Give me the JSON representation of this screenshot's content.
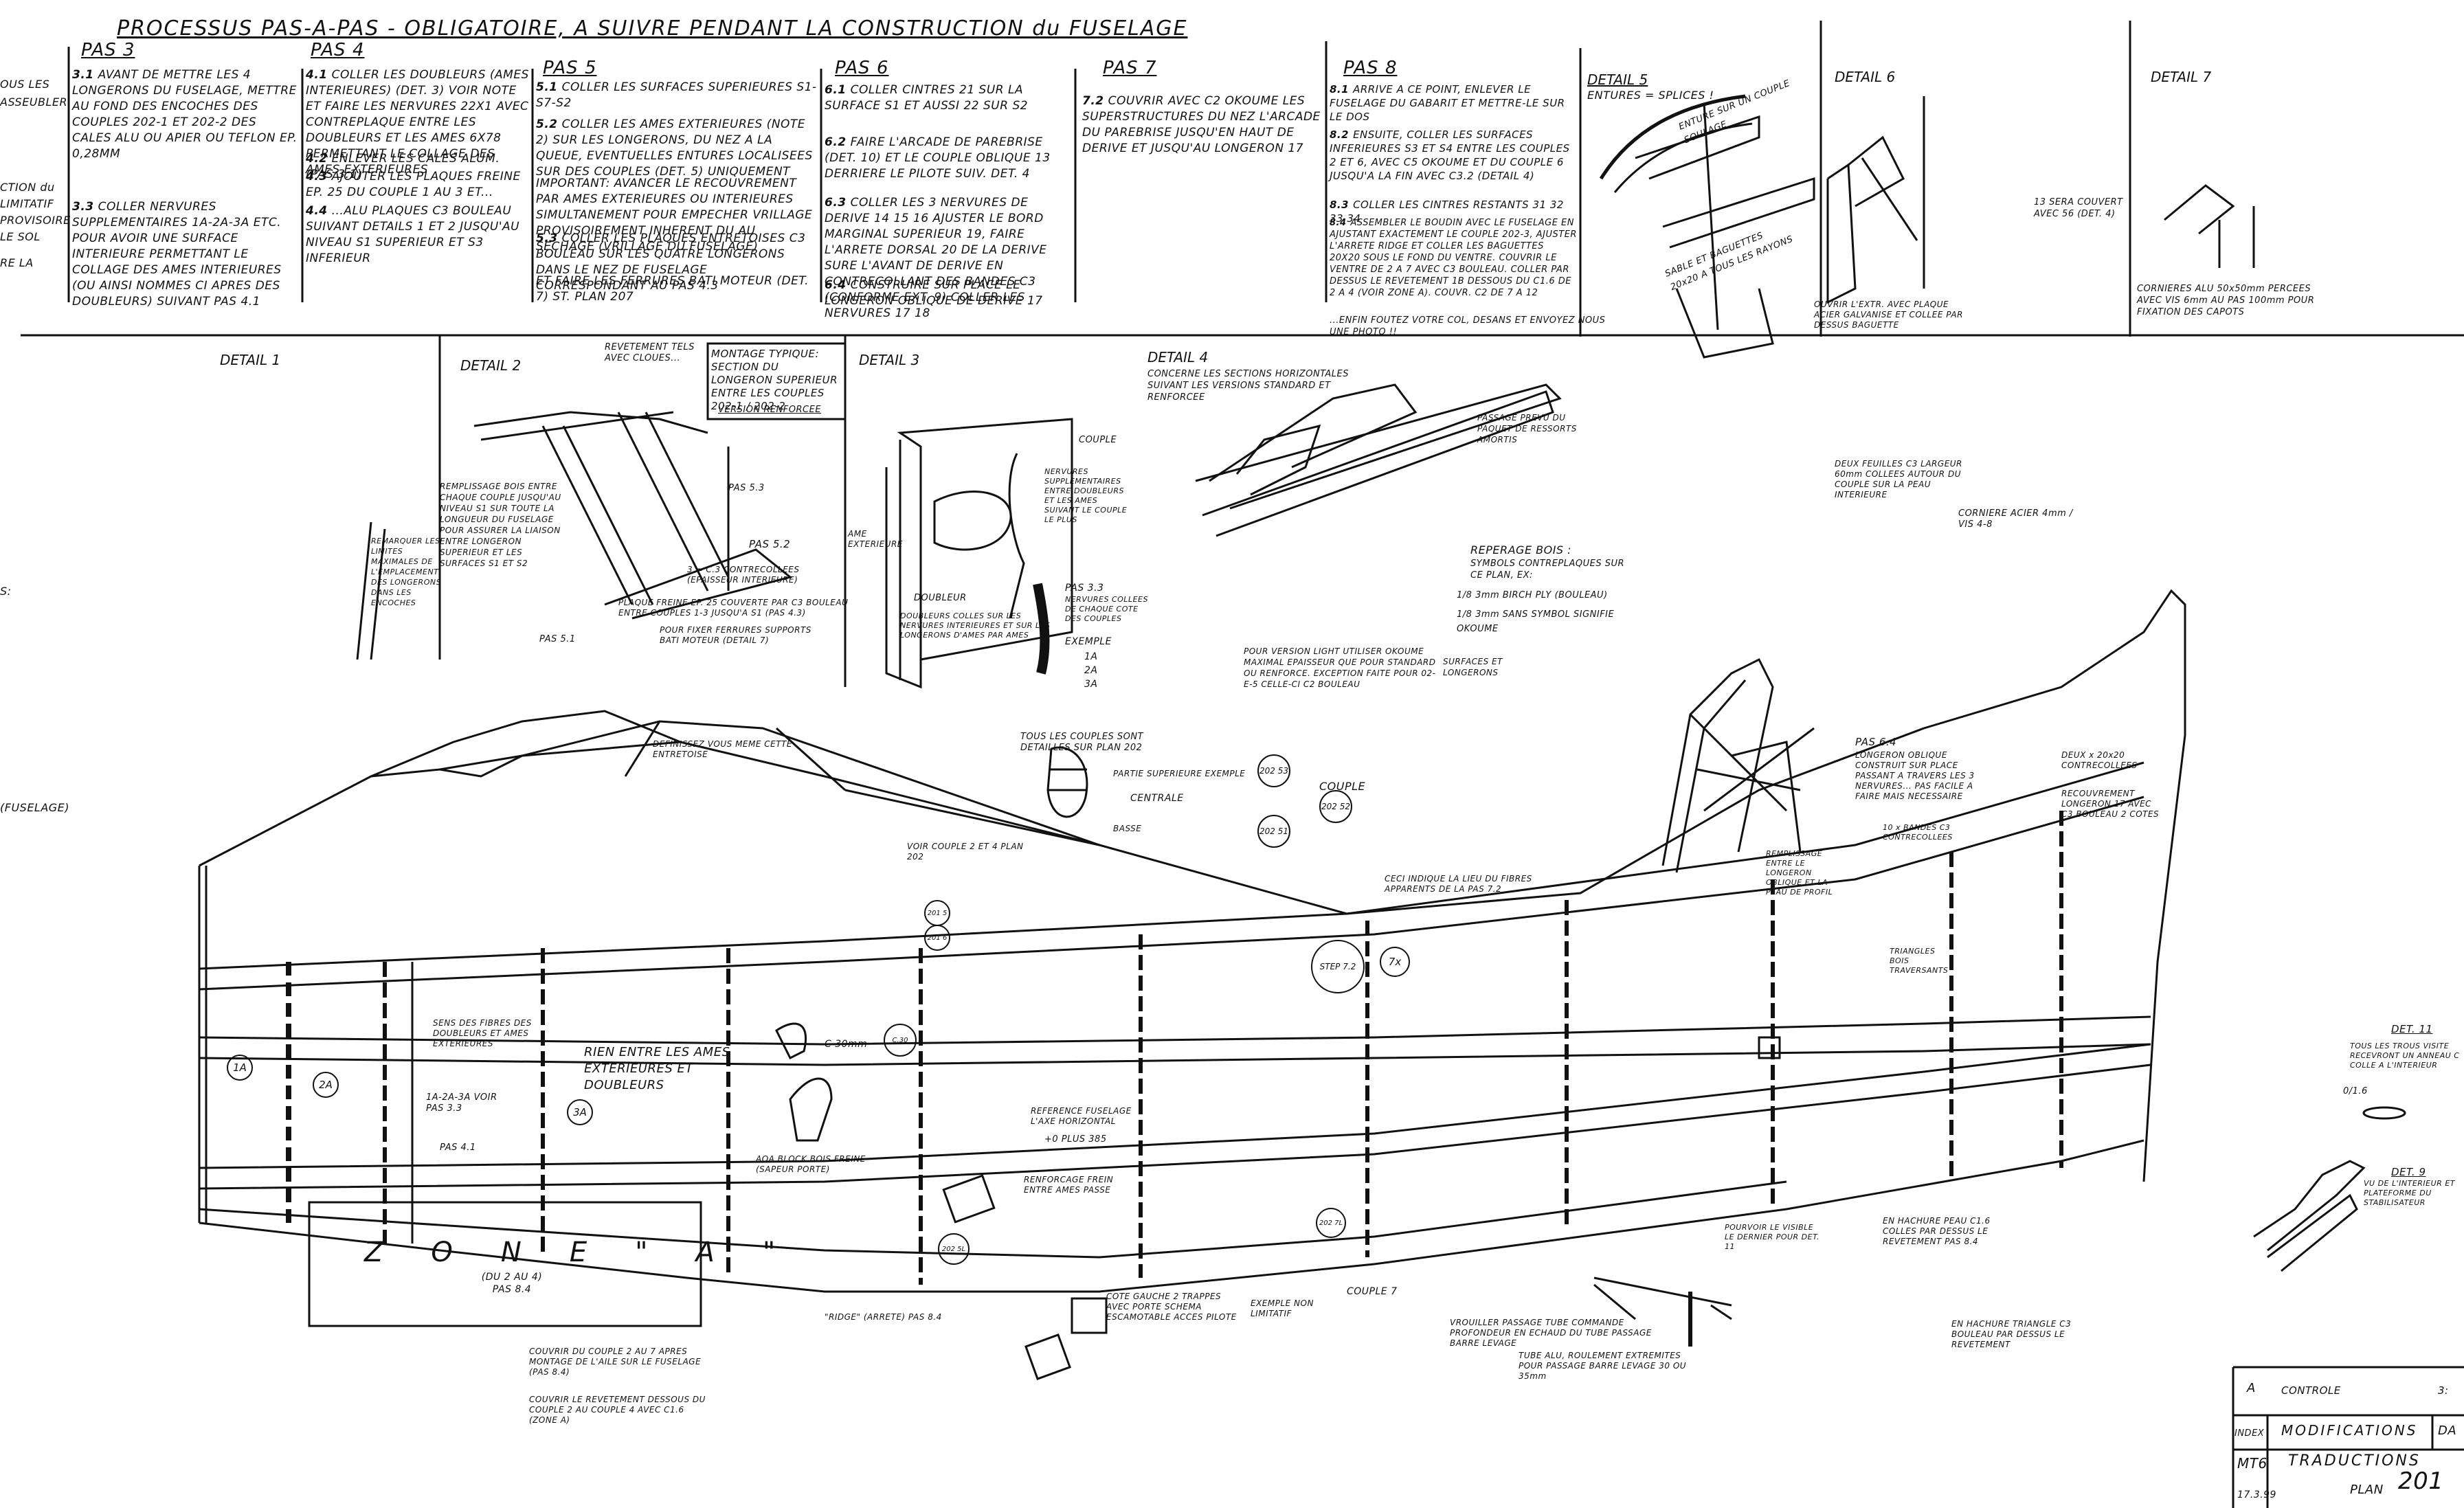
{
  "header": {
    "title": "PROCESSUS PAS-A-PAS - OBLIGATOIRE, A SUIVRE PENDANT LA CONSTRUCTION du FUSELAGE"
  },
  "left_margin": [
    "OUS LES",
    "ASSEUBLER",
    "CTION du",
    "LIMITATIF",
    "PROVISOIRE",
    "LE SOL",
    "RE LA",
    "S:",
    "(FUSELAGE)"
  ],
  "pas3": {
    "heading": "PAS 3",
    "steps": [
      {
        "num": "3.1",
        "text": "AVANT DE METTRE LES 4 LONGERONS DU FUSELAGE, METTRE AU FOND DES ENCOCHES DES COUPLES 202-1 ET 202-2 DES CALES ALU OU APIER OU TEFLON EP. 0,28mm"
      },
      {
        "num": "3.3",
        "text": "COLLER NERVURES SUPPLEMENTAIRES 1A-2A-3A etc. POUR AVOIR UNE SURFACE INTERIEURE PERMETTANT LE COLLAGE DES AMES INTERIEURES (OU AINSI NOMMES CI APRES DES DOUBLEURS) SUIVANT PAS 4.1"
      }
    ]
  },
  "pas4": {
    "heading": "PAS 4",
    "steps": [
      {
        "num": "4.1",
        "text": "COLLER LES DOUBLEURS (AMES INTERIEURES) (DET. 3) VOIR NOTE ET FAIRE LES NERVURES 22x1 AVEC CONTREPLAQUE ENTRE LES DOUBLEURS ET LES AMES 6x78 PERMETTANT LE COLLAGE DES AMES EXTERIEURES"
      },
      {
        "num": "4.2",
        "text": "ENLEVER LES CALES ALUM. (PAS 3.1)"
      },
      {
        "num": "4.3",
        "text": "AJOUTER LES PLAQUES FREINE EP. 25 DU COUPLE 1 AU 3 et..."
      },
      {
        "num": "4.4",
        "text": "...ALU PLAQUES C3 BOULEAU SUIVANT DETAILS 1 et 2 JUSQU'AU NIVEAU S1 SUPERIEUR ET S3 INFERIEUR"
      }
    ]
  },
  "pas5": {
    "heading": "PAS 5",
    "steps": [
      {
        "num": "5.1",
        "text": "COLLER LES SURFACES SUPERIEURES S1-S7-S2"
      },
      {
        "num": "5.2",
        "text": "COLLER LES AMES EXTERIEURES (NOTE 2) SUR LES LONGERONS, DU NEZ A LA QUEUE, EVENTUELLES ENTURES LOCALISEES SUR DES COUPLES (DET. 5) UNIQUEMENT"
      },
      {
        "num": "",
        "text": "IMPORTANT: AVANCER LE RECOUVREMENT PAR AMES EXTERIEURES OU INTERIEURES SIMULTANEMENT POUR EMPECHER VRILLAGE PROVISOIREMENT INHERENT DU AU SECHAGE (VRILLAGE DU FUSELAGE)"
      },
      {
        "num": "5.3",
        "text": "COLLER LES PLAQUES ENTRETOISES C3 BOULEAU SUR LES QUATRE LONGERONS DANS LE NEZ DE FUSELAGE CORRESPONDANT AU PAS 4.3"
      },
      {
        "num": "",
        "text": "ET FAIRE LES FERRURES BATI MOTEUR (DET. 7) ST. PLAN 207"
      }
    ]
  },
  "pas6": {
    "heading": "PAS 6",
    "steps": [
      {
        "num": "6.1",
        "text": "COLLER CINTRES 21 SUR LA SURFACE S1 et AUSSI 22 SUR S2"
      },
      {
        "num": "6.2",
        "text": "FAIRE L'ARCADE DE PAREBRISE (DET. 10) et LE COUPLE OBLIQUE 13 DERRIERE LE PILOTE SUIV. DET. 4"
      },
      {
        "num": "6.3",
        "text": "COLLER LES 3 NERVURES DE DERIVE 14 15 16 AJUSTER LE BORD MARGINAL SUPERIEUR 19, FAIRE L'ARRETE DORSAL 20 DE LA DERIVE SURE L'AVANT DE DERIVE EN CONTRECOLLANT DES BANDES C3 (CONFORME EXT. 9) COLLER LES NERVURES 17 18"
      },
      {
        "num": "6.4",
        "text": "CONSTRUIRE SUR PLACE LE LONGERON OBLIQUE DE DERIVE 17"
      }
    ]
  },
  "pas7": {
    "heading": "PAS 7",
    "steps": [
      {
        "num": "7.2",
        "text": "COUVRIR AVEC C2 OKOUME LES SUPERSTRUCTURES DU NEZ L'ARCADE DU PAREBRISE JUSQU'EN HAUT DE DERIVE ET JUSQU'AU LONGERON 17"
      }
    ]
  },
  "pas8": {
    "heading": "PAS 8",
    "steps": [
      {
        "num": "8.1",
        "text": "ARRIVE A CE POINT, ENLEVER LE FUSELAGE DU GABARIT ET METTRE-LE SUR LE DOS"
      },
      {
        "num": "8.2",
        "text": "ENSUITE, COLLER LES SURFACES INFERIEURES S3 ET S4 ENTRE LES COUPLES 2 ET 6, AVEC C5 OKOUME ET DU COUPLE 6 JUSQU'A LA FIN AVEC C3.2 (DETAIL 4)"
      },
      {
        "num": "8.3",
        "text": "COLLER LES CINTRES RESTANTS 31 32 33 34"
      },
      {
        "num": "8.4",
        "text": "ASSEMBLER LE BOUDIN AVEC LE FUSELAGE EN AJUSTANT EXACTEMENT LE COUPLE 202-3, AJUSTER L'ARRETE RIDGE et COLLER LES BAGUETTES 20x20 SOUS LE FOND DU VENTRE. COUVRIR LE VENTRE DE 2 A 7 AVEC C3 BOULEAU. COLLER PAR DESSUS LE REVETEMENT 1B DESSOUS DU C1.6 DE 2 A 4 (VOIR ZONE A). COUVR. C2 DE 7 A 12"
      },
      {
        "num": "",
        "text": "...ENFIN FOUTEZ VOTRE COL, DESANS ET ENVOYEZ NOUS UNE PHOTO !!"
      }
    ]
  },
  "details_top": {
    "det5": "DETAIL 5",
    "det5_note": "ENTURES = SPLICES !",
    "det5_b": "ENTURE SUR UN COUPLE SOULAGE",
    "det5_c": "SABLE ET BAGUETTES 20x20 A TOUS LES RAYONS",
    "det6": "DETAIL 6",
    "det6_note": "OUVRIR L'EXTR. AVEC PLAQUE ACIER GALVANISE ET COLLEE PAR DESSUS BAGUETTE",
    "det7": "DETAIL 7",
    "det7_note": "13 SERA COUVERT AVEC 56 (DET. 4)",
    "det7_note2": "CORNIERES ALU 50x50mm PERCEES AVEC VIS 6mm AU PAS 100mm POUR FIXATION DES CAPOTS"
  },
  "details_mid": {
    "det1": "DETAIL 1",
    "det2": "DETAIL 2",
    "det2_notes": [
      "REVETEMENT TELS AVEC CLOUES...",
      "REMPLISSAGE BOIS ENTRE CHAQUE COUPLE JUSQU'AU NIVEAU S1 SUR TOUTE LA LONGUEUR DU FUSELAGE POUR ASSURER LA LIAISON ENTRE LONGERON SUPERIEUR ET LES SURFACES S1 ET S2",
      "REMARQUER LES LIMITES MAXIMALES DE L'EMPLACEMENT DES LONGERONS DANS LES ENCOCHES",
      "3 = C.3 CONTRECOLLEES (EPAISSEUR INTERIEURE)",
      "PLAQUE FREINE EP. 25 COUVERTE PAR C3 BOULEAU ENTRE COUPLES 1-3 JUSQU'A S1 (PAS 4.3)",
      "POUR FIXER FERRURES SUPPORTS BATI MOTEUR (DETAIL 7)",
      "PAS 5.2",
      "PAS 5.3",
      "PAS 5.1"
    ],
    "box_note": "MONTAGE TYPIQUE: SECTION DU LONGERON SUPERIEUR ENTRE LES COUPLES 202-1 / 202-2",
    "box_note2": "VERSION RENFORCEE",
    "det3": "DETAIL 3",
    "det3_notes": [
      "COUPLE",
      "AME EXTERIEURE",
      "DOUBLEUR",
      "NERVURES SUPPLEMENTAIRES ENTRE DOUBLEURS ET LES AMES SUIVANT LE COUPLE LE PLUS",
      "DOUBLEURS COLLES SUR LES NERVURES INTERIEURES ET SUR LES LONGERONS D'AMES PAR AMES",
      "PAS 3.3",
      "NERVURES COLLEES DE CHAQUE COTE DES COUPLES",
      "EXEMPLE",
      "1A",
      "2A",
      "3A"
    ],
    "det4": "DETAIL 4",
    "det4_notes": [
      "CONCERNE LES SECTIONS HORIZONTALES SUIVANT LES VERSIONS STANDARD ET RENFORCEE",
      "PASSAGE PREVU DU PAQUET DE RESSORTS AMORTIS"
    ],
    "legend_title": "REPERAGE BOIS :",
    "legend_sub": "SYMBOLS CONTREPLAQUES SUR CE PLAN, EX:",
    "legend_rows": [
      {
        "sym": "1/8",
        "txt": "3mm BIRCH PLY (BOULEAU)"
      },
      {
        "sym": "1/8",
        "txt": "3mm SANS SYMBOL SIGNIFIE OKOUME"
      }
    ],
    "versions_note": "POUR VERSION LIGHT UTILISER OKOUME MAXIMAL EPAISSEUR QUE POUR STANDARD OU RENFORCE. EXCEPTION FAITE POUR 02-E-5 CELLE-CI C2 BOULEAU",
    "versions_brace": "SURFACES ET LONGERONS",
    "couplets": "DEUX FEUILLES C3 LARGEUR 60mm COLLEES AUTOUR DU COUPLE SUR LA PEAU INTERIEURE",
    "corniere": "CORNIERE ACIER 4mm / VIS 4-8"
  },
  "fuselage": {
    "defini": "DEFINISSEZ VOUS MEME CETTE ENTRETOISE",
    "tous_couples": "TOUS LES COUPLES SONT DETAILLES SUR PLAN 202",
    "partie_sup": "PARTIE SUPERIEURE EXEMPLE",
    "centrale": "CENTRALE",
    "basse": "BASSE",
    "couple_tag": "COUPLE",
    "tag_202_53": "202 53",
    "tag_202_52": "202 52",
    "tag_202_51": "202 51",
    "voir_couple": "VOIR COUPLE 2 ET 4 PLAN 202",
    "ceci": "CECI INDIQUE LA LIEU DU FIBRES APPARENTS DE LA PAS 7.2",
    "pas72": "STEP 7.2",
    "det_7x": "7x",
    "sens_fibres": "SENS DES FIBRES DES DOUBLEURS ET AMES EXTERIEURES",
    "rien_entre": "RIEN ENTRE LES AMES EXTERIEURES ET DOUBLEURS",
    "aoa": "1A-2A-3A VOIR PAS 3.3",
    "pas41": "PAS 4.1",
    "c30": "C 30mm",
    "reference": "REFERENCE FUSELAGE L'AXE HORIZONTAL",
    "plus385": "+0 PLUS 385",
    "renflage": "RENFORCAGE FREIN ENTRE AMES PASSE",
    "aoa_block": "AOA BLOCK BOIS FREINE (SAPEUR PORTE)",
    "zone_letters": [
      "Z",
      "O",
      "N",
      "E",
      "\"A\""
    ],
    "zone_sub": "(DU 2 AU 4) PAS 8.4",
    "couple7": "COUPLE 7",
    "ridge": "\"RIDGE\" (ARRETE) PAS 8.4",
    "trappe": "COTE GAUCHE 2 TRAPPES AVEC PORTE SCHEMA ESCAMOTABLE ACCES PILOTE",
    "exemple_non": "EXEMPLE NON LIMITATIF",
    "couvrir_1": "COUVRIR DU COUPLE 2 AU 7 APRES MONTAGE DE L'AILE SUR LE FUSELAGE (PAS 8.4)",
    "couvrir_2": "COUVRIR LE REVETEMENT DESSOUS DU COUPLE 2 AU COUPLE 4 AVEC C1.6 (ZONE A)",
    "vrouiller": "VROUILLER PASSAGE TUBE COMMANDE PROFONDEUR EN ECHAUD DU TUBE PASSAGE BARRE LEVAGE",
    "tube_alu": "TUBE ALU, ROULEMENT EXTREMITES POUR PASSAGE BARRE LEVAGE 30 OU 35mm",
    "renflage_dos": "REMPLISSAGE ENTRE LE LONGERON OBLIQUE ET LA PEAU DE PROFIL",
    "pas64": "PAS 6.4",
    "longeron_oblique": "LONGERON OBLIQUE CONSTRUIT SUR PLACE PASSANT A TRAVERS LES 3 NERVURES... PAS FACILE A FAIRE MAIS NECESSAIRE",
    "lo_bandes": "10 x BANDES C3 CONTRECOLLEES",
    "deux_20": "DEUX x 20x20 CONTRECOLLEES",
    "recouv": "RECOUVREMENT LONGERON 17 AVEC C3 BOULEAU 2 COTES",
    "triangles": "TRIANGLES BOIS TRAVERSANTS",
    "pourvoir": "POURVOIR LE VISIBLE LE DERNIER POUR DET. 11",
    "en_hachure": "EN HACHURE PEAU C1.6 COLLES PAR DESSUS LE REVETEMENT PAS 8.4",
    "hachure_c3": "EN HACHURE TRIANGLE C3 BOULEAU PAR DESSUS LE REVETEMENT",
    "det11": "DET. 11",
    "det11_note": "TOUS LES TROUS VISITE RECEVRONT UN ANNEAU C COLLE A L'INTERIEUR",
    "det9": "DET. 9",
    "det9_note": "VU DE L'INTERIEUR ET PLATEFORME DU STABILISATEUR",
    "c16": "0/1.6",
    "circles": [
      "1A",
      "2A",
      "3A",
      "201 5",
      "201 6",
      "202 53",
      "202 52",
      "202 51",
      "7x",
      "202 7L",
      "C.30",
      "202 5L"
    ]
  },
  "title_block": {
    "row_a_index": "A",
    "row_a_label": "CONTROLE",
    "row_a_val": "3:",
    "row_b_index": "INDEX",
    "row_b_label": "MODIFICATIONS",
    "row_b_val": "DA",
    "mt6": "MT6",
    "traductions": "TRADUCTIONS",
    "plan": "PLAN",
    "plan_no": "201",
    "date": "17.3.99"
  }
}
